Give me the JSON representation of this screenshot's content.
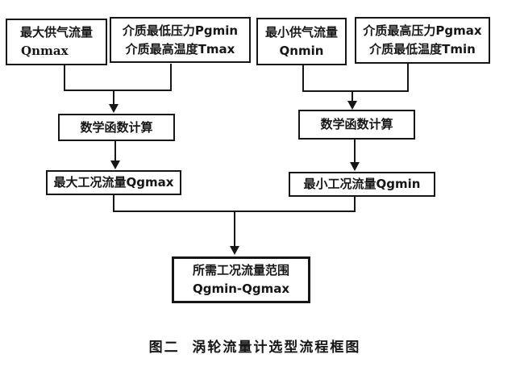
{
  "figure": {
    "caption": "图二  涡轮流量计选型流程框图"
  },
  "colors": {
    "ink": "#161616",
    "background": "#ffffff"
  },
  "nodes": {
    "qnmax": {
      "line1": "最大供气流量",
      "line2": "Qnmax"
    },
    "pgmin_tmax": {
      "line1": "介质最低压力Pgmin",
      "line2": "介质最高温度Tmax"
    },
    "qnmin": {
      "line1": "最小供气流量",
      "line2": "Qnmin"
    },
    "pgmax_tmin": {
      "line1": "介质最高压力Pgmax",
      "line2": "介质最低温度Tmin"
    },
    "calc_left": {
      "label": "数学函数计算"
    },
    "calc_right": {
      "label": "数学函数计算"
    },
    "qgmax": {
      "label": "最大工况流量Qgmax"
    },
    "qgmin": {
      "label": "最小工况流量Qgmin"
    },
    "range": {
      "line1": "所需工况流量范围",
      "line2": "Qgmin-Qgmax"
    }
  }
}
